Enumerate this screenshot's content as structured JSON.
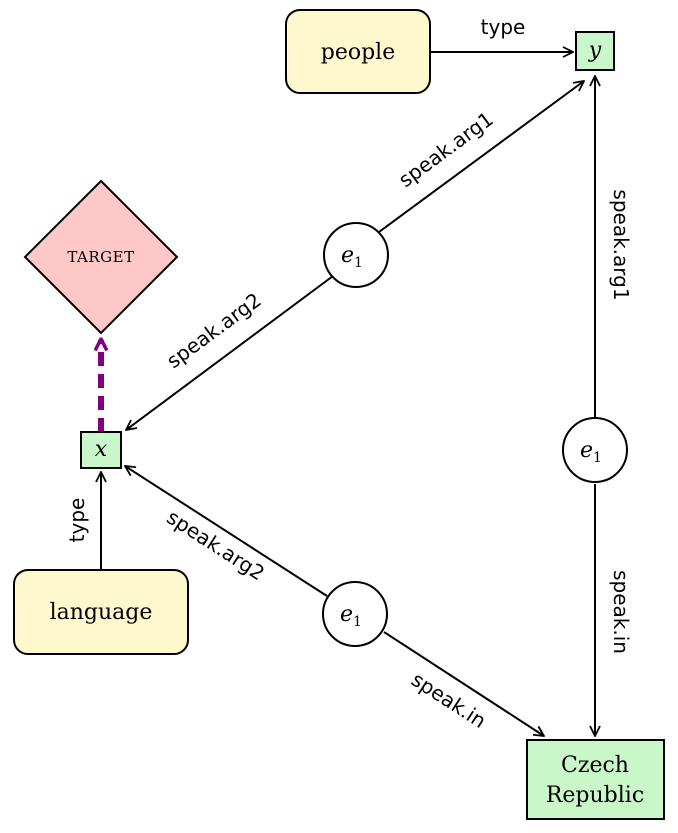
{
  "colors": {
    "entity_fill": "#fff8cc",
    "variable_fill": "#c9f7c9",
    "target_fill": "#ffc8c8",
    "target_arrow": "#800080",
    "stroke": "#000000"
  },
  "nodes": {
    "people": "people",
    "language": "language",
    "czech_line1": "Czech",
    "czech_line2": "Republic",
    "target": "TARGET",
    "x": "x",
    "y": "y",
    "e_top": "e",
    "e_right": "e",
    "e_bottom": "e",
    "e_subscript": "1"
  },
  "edges": {
    "people_to_y": "type",
    "etop_to_y": "speak.arg1",
    "etop_to_x": "speak.arg2",
    "eright_to_y": "speak.arg1",
    "eright_to_czech": "speak.in",
    "ebottom_to_x": "speak.arg2",
    "ebottom_to_czech": "speak.in",
    "language_to_x": "type"
  }
}
